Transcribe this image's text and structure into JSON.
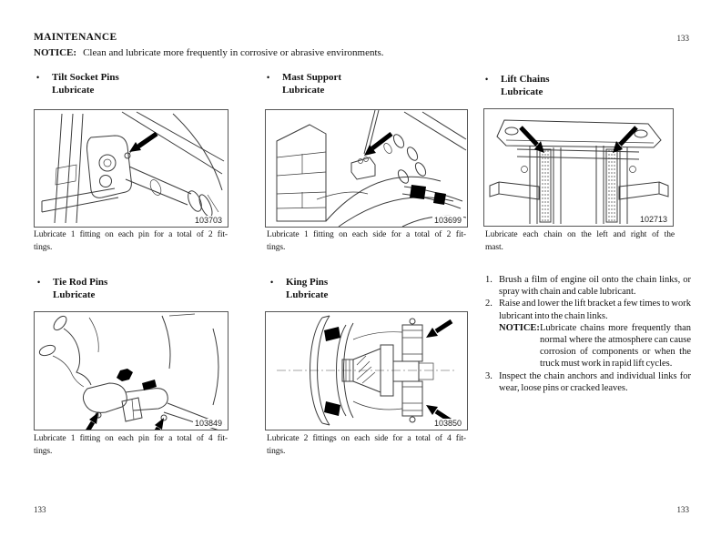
{
  "glyphs": {
    "bullet": "•"
  },
  "header": {
    "title": "MAINTENANCE",
    "page_number": "133"
  },
  "notice": {
    "label": "NOTICE:",
    "text": "Clean and lubricate more frequently in corrosive or abrasive environments."
  },
  "sections": {
    "tilt_socket_pins": {
      "title": "Tilt Socket Pins",
      "subtitle": "Lubricate",
      "figure_number": "103703",
      "caption": {
        "line1": "Lubricate 1 fitting on each pin for a total of 2 fit-",
        "line2": "tings."
      }
    },
    "mast_support": {
      "title": "Mast Support",
      "subtitle": "Lubricate",
      "figure_number": "103699",
      "caption": {
        "line1": "Lubricate 1 fitting on each side for a total of 2 fit-",
        "line2": "tings."
      }
    },
    "lift_chains": {
      "title": "Lift Chains",
      "subtitle": "Lubricate",
      "figure_number": "102713",
      "caption": {
        "line1": "Lubricate each chain on the left and right of the",
        "line2": "mast."
      }
    },
    "tie_rod_pins": {
      "title": "Tie Rod Pins",
      "subtitle": "Lubricate",
      "figure_number": "103849",
      "caption": {
        "line1": "Lubricate 1 fitting on each pin for a total of 4 fit-",
        "line2": "tings."
      }
    },
    "king_pins": {
      "title": "King Pins",
      "subtitle": "Lubricate",
      "figure_number": "103850",
      "caption": {
        "line1": "Lubricate 2 fittings on each side for a total of 4 fit-",
        "line2": "tings."
      }
    }
  },
  "instructions": {
    "items": [
      {
        "number": "1.",
        "text": "Brush a film of engine oil onto the chain links, or spray with chain and cable lubricant."
      },
      {
        "number": "2.",
        "text": "Raise and lower the lift bracket a few times to work lubricant into the chain links."
      },
      {
        "number": "3.",
        "text": "Inspect the chain anchors and individual links for wear, loose pins or cracked leaves."
      }
    ],
    "notice": {
      "label": "NOTICE:",
      "text": "Lubricate chains more frequently than normal where the atmosphere can cause corrosion of components or when the truck must work in rapid lift cycles."
    }
  },
  "footer": {
    "left_page_number": "133",
    "right_page_number": "133"
  }
}
